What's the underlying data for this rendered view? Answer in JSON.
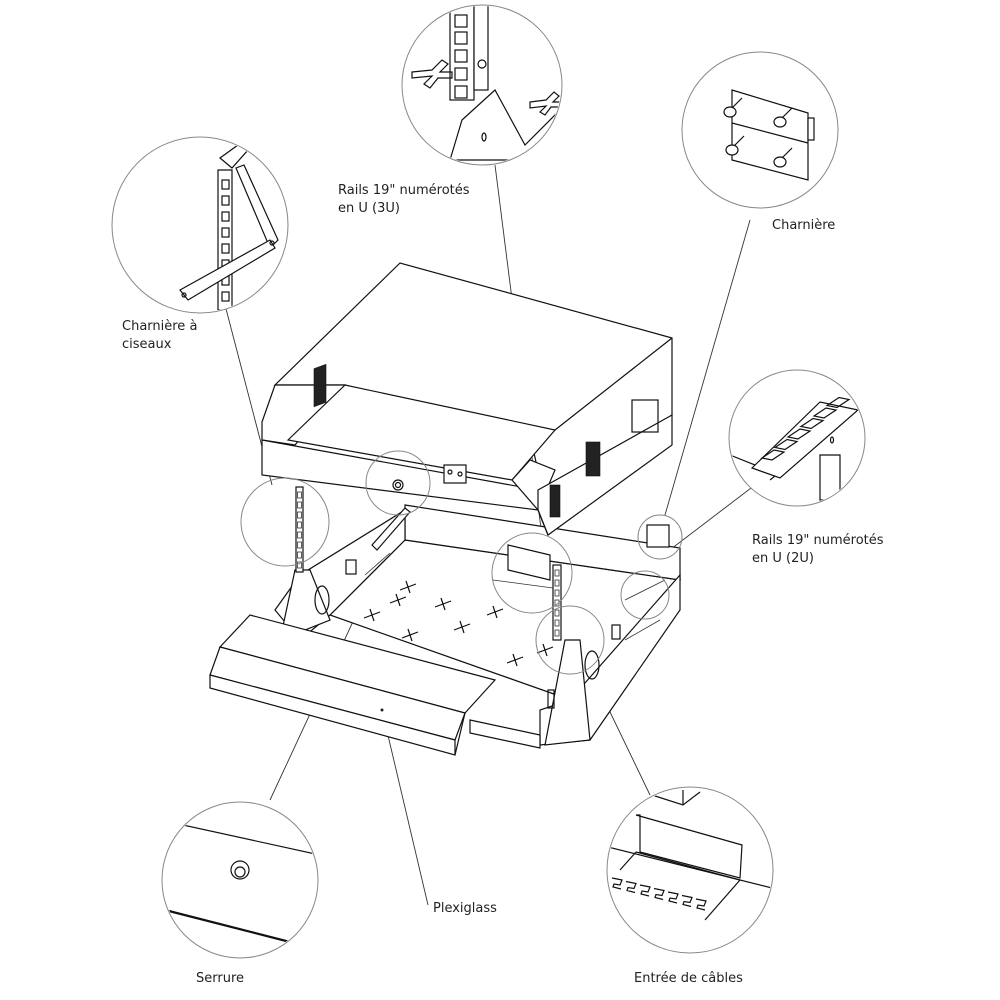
{
  "figure": {
    "type": "exploded isometric technical drawing",
    "subject": "Wall-mount 19-inch rack enclosure with hinged cover and plexiglass front"
  },
  "callouts": [
    {
      "id": "rails-3u",
      "text": "Rails 19\" numérotés\nen U (3U)"
    },
    {
      "id": "charniere-ciseaux",
      "text": "Charnière à\nciseaux"
    },
    {
      "id": "charniere",
      "text": "Charnière"
    },
    {
      "id": "rails-2u",
      "text": "Rails 19\" numérotés\nen U (2U)"
    },
    {
      "id": "plexiglass",
      "text": "Plexiglass"
    },
    {
      "id": "serrure",
      "text": "Serrure"
    },
    {
      "id": "entree-cables",
      "text": "Entrée de câbles"
    }
  ]
}
